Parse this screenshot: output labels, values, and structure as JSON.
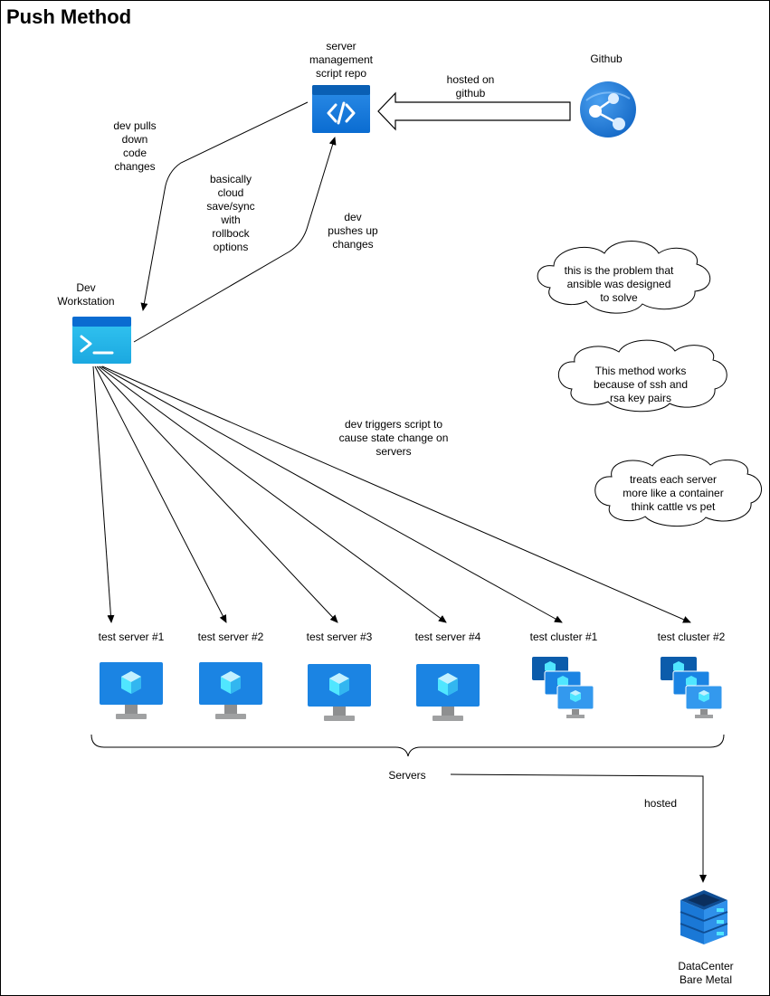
{
  "title": "Push Method",
  "nodes": {
    "repo": "server\nmanagement\nscript repo",
    "github": "Github",
    "dev": "Dev\nWorkstation",
    "servers": [
      "test server #1",
      "test server #2",
      "test server #3",
      "test server #4",
      "test cluster #1",
      "test cluster #2"
    ],
    "servers_group": "Servers",
    "datacenter": "DataCenter\nBare Metal"
  },
  "edge_labels": {
    "hosted_on": "hosted on\ngithub",
    "pulls": "dev pulls\ndown\ncode\nchanges",
    "cloud": "basically\ncloud\nsave/sync\nwith\nrollbock\noptions",
    "pushes": "dev\npushes up\nchanges",
    "triggers": "dev triggers script to\ncause state change on\nservers",
    "hosted": "hosted"
  },
  "notes": [
    "this is the problem that\nansible was designed\nto solve",
    "This method works\nbecause of ssh and\nrsa key pairs",
    "treats each server\nmore like a container\nthink cattle vs pet"
  ],
  "colors": {
    "azure_blue": "#0078d4",
    "azure_dark": "#005ba1",
    "azure_light": "#50e6ff",
    "monitor_stand": "#a0a1a2"
  }
}
